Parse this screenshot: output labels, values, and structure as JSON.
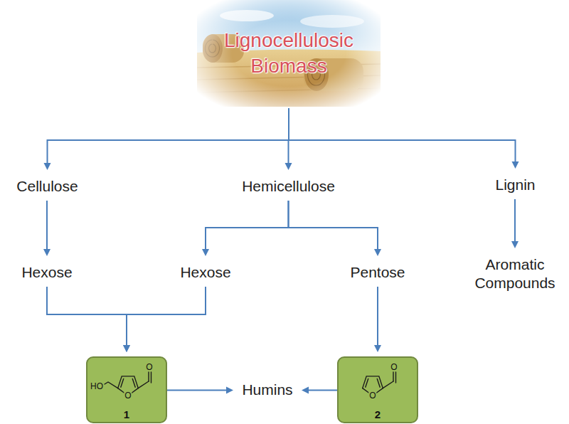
{
  "diagram": {
    "nodes": [
      {
        "text": [
          "Lignocellulosic Biomass"
        ]
      },
      {
        "text": [
          "Cellulose"
        ]
      },
      {
        "text": [
          "Hemicellulose"
        ]
      },
      {
        "text": [
          "Lignin"
        ]
      },
      {
        "text": [
          "Hexose"
        ]
      },
      {
        "text": [
          "Hexose"
        ]
      },
      {
        "text": [
          "Pentose"
        ]
      },
      {
        "text": [
          "Aromatic Compounds"
        ]
      },
      {
        "text": [
          "1"
        ]
      },
      {
        "text": [
          "Humins"
        ]
      },
      {
        "text": [
          "2"
        ]
      }
    ],
    "edges": [
      {
        "from": 0,
        "to": 1,
        "arrow": "to"
      },
      {
        "from": 0,
        "to": 2,
        "arrow": "to"
      },
      {
        "from": 0,
        "to": 3,
        "arrow": "to"
      },
      {
        "from": 1,
        "to": 4,
        "arrow": "to"
      },
      {
        "from": 2,
        "to": 5,
        "arrow": "to"
      },
      {
        "from": 2,
        "to": 6,
        "arrow": "to"
      },
      {
        "from": 3,
        "to": 7,
        "arrow": "to"
      },
      {
        "from": 4,
        "to": 8,
        "arrow": "to"
      },
      {
        "from": 5,
        "to": 8,
        "arrow": "to"
      },
      {
        "from": 6,
        "to": 10,
        "arrow": "to"
      },
      {
        "from": 8,
        "to": 9,
        "arrow": "to"
      },
      {
        "from": 10,
        "to": 9,
        "arrow": "to"
      }
    ],
    "labels": [
      "HO",
      "O",
      "O",
      "O",
      "O"
    ]
  }
}
